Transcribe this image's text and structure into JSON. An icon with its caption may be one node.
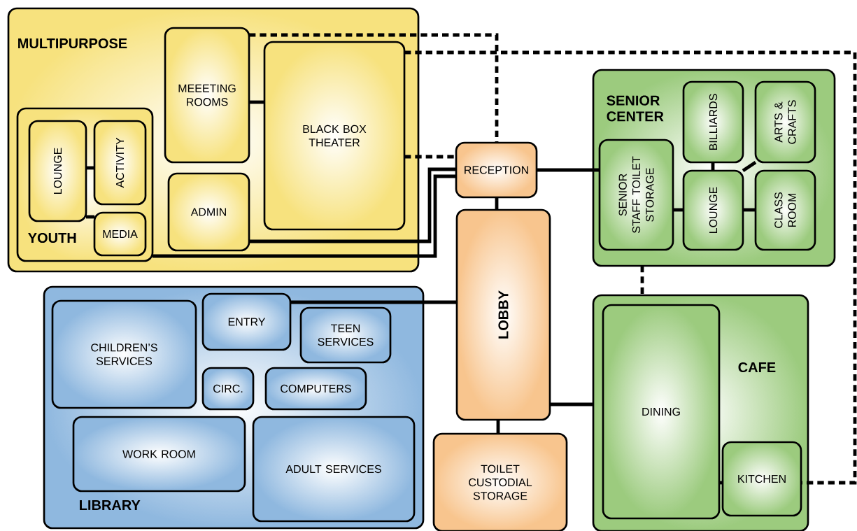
{
  "diagram": {
    "nodes": [
      {
        "text": [
          "MULTIPURPOSE"
        ]
      },
      {
        "text": [
          "MEEETING ROOMS"
        ],
        "in": 0
      },
      {
        "text": [
          "BLACK BOX THEATER"
        ],
        "in": 0
      },
      {
        "text": [
          "YOUTH"
        ],
        "in": 0
      },
      {
        "text": [
          "LOUNGE"
        ],
        "in": 3
      },
      {
        "text": [
          "ACTIVITY"
        ],
        "in": 3
      },
      {
        "text": [
          "MEDIA"
        ],
        "in": 3
      },
      {
        "text": [
          "ADMIN"
        ],
        "in": 0
      },
      {
        "text": [
          "RECEPTION"
        ]
      },
      {
        "text": [
          "LOBBY"
        ]
      },
      {
        "text": [
          "SENIOR CENTER"
        ]
      },
      {
        "text": [
          "BILLIARDS"
        ],
        "in": 10
      },
      {
        "text": [
          "ARTS & CRAFTS"
        ],
        "in": 10
      },
      {
        "text": [
          "SENIOR STAFF TOILET STORAGE"
        ],
        "in": 10
      },
      {
        "text": [
          "LOUNGE"
        ],
        "in": 10
      },
      {
        "text": [
          "CLASS ROOM"
        ],
        "in": 10
      },
      {
        "text": [
          "LIBRARY"
        ]
      },
      {
        "text": [
          "CHILDREN’S SERVICES"
        ],
        "in": 16
      },
      {
        "text": [
          "ENTRY"
        ],
        "in": 16
      },
      {
        "text": [
          "TEEN SERVICES"
        ],
        "in": 16
      },
      {
        "text": [
          "CIRC."
        ],
        "in": 16
      },
      {
        "text": [
          "COMPUTERS"
        ],
        "in": 16
      },
      {
        "text": [
          "WORK ROOM"
        ],
        "in": 16
      },
      {
        "text": [
          "ADULT SERVICES"
        ],
        "in": 16
      },
      {
        "text": [
          "TOILET CUSTODIAL STORAGE"
        ]
      },
      {
        "text": [
          "CAFE"
        ]
      },
      {
        "text": [
          "DINING"
        ],
        "in": 25
      },
      {
        "text": [
          "KITCHEN"
        ],
        "in": 25
      }
    ],
    "edges": [
      {
        "from": 1,
        "to": 2,
        "arrow": "none"
      },
      {
        "from": 4,
        "to": 5,
        "arrow": "none"
      },
      {
        "from": 4,
        "to": 6,
        "arrow": "none"
      },
      {
        "from": 7,
        "to": 8,
        "arrow": "none"
      },
      {
        "from": 3,
        "to": 8,
        "arrow": "none"
      },
      {
        "from": 2,
        "to": 8,
        "arrow": "none",
        "style": "dashed"
      },
      {
        "from": 1,
        "to": 8,
        "arrow": "none",
        "style": "dashed"
      },
      {
        "from": 2,
        "to": 27,
        "arrow": "none",
        "style": "dashed"
      },
      {
        "from": 8,
        "to": 13,
        "arrow": "none"
      },
      {
        "from": 8,
        "to": 9,
        "arrow": "none"
      },
      {
        "from": 11,
        "to": 14,
        "arrow": "none"
      },
      {
        "from": 14,
        "to": 12,
        "arrow": "none"
      },
      {
        "from": 13,
        "to": 14,
        "arrow": "none"
      },
      {
        "from": 14,
        "to": 15,
        "arrow": "none"
      },
      {
        "from": 10,
        "to": 25,
        "arrow": "none",
        "style": "dashed"
      },
      {
        "from": 18,
        "to": 9,
        "arrow": "none"
      },
      {
        "from": 9,
        "to": 25,
        "arrow": "none"
      },
      {
        "from": 9,
        "to": 24,
        "arrow": "none"
      },
      {
        "from": 26,
        "to": 27,
        "arrow": "none"
      }
    ]
  }
}
